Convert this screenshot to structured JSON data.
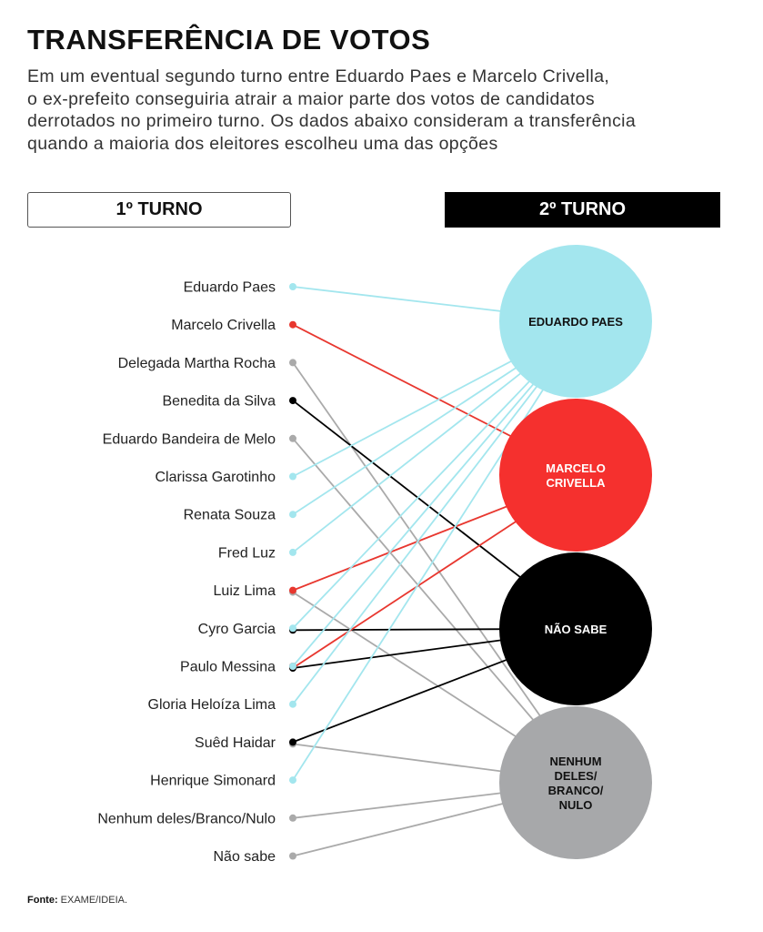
{
  "header": {
    "title": "TRANSFERÊNCIA DE VOTOS",
    "intro_lines": [
      "Em um eventual segundo turno entre Eduardo Paes e Marcelo Crivella,",
      "o ex-prefeito conseguiria atrair a maior parte dos votos de candidatos",
      "derrotados no primeiro turno. Os dados abaixo consideram a transferência",
      "quando a maioria dos eleitores escolheu uma das opções"
    ]
  },
  "columns": {
    "first_round": "1º TURNO",
    "second_round": "2º TURNO"
  },
  "colors": {
    "paes": "#a3e6ee",
    "crivella": "#f5302e",
    "nao_sabe": "#000000",
    "nenhum": "#a7a8aa"
  },
  "targets": [
    {
      "id": "paes",
      "label_lines": [
        "EDUARDO PAES"
      ],
      "color": "#a3e6ee",
      "text_color": "#111111"
    },
    {
      "id": "crivella",
      "label_lines": [
        "MARCELO",
        "CRIVELLA"
      ],
      "color": "#f5302e",
      "text_color": "#ffffff"
    },
    {
      "id": "nao_sabe",
      "label_lines": [
        "NÃO SABE"
      ],
      "color": "#000000",
      "text_color": "#ffffff"
    },
    {
      "id": "nenhum",
      "label_lines": [
        "NENHUM",
        "DELES/",
        "BRANCO/",
        "NULO"
      ],
      "color": "#a7a8aa",
      "text_color": "#111111"
    }
  ],
  "candidates": [
    {
      "name": "Eduardo Paes",
      "to": [
        "paes"
      ]
    },
    {
      "name": "Marcelo Crivella",
      "to": [
        "crivella"
      ]
    },
    {
      "name": "Delegada Martha Rocha",
      "to": [
        "nenhum"
      ]
    },
    {
      "name": "Benedita da Silva",
      "to": [
        "nao_sabe"
      ]
    },
    {
      "name": "Eduardo Bandeira de Melo",
      "to": [
        "nenhum"
      ]
    },
    {
      "name": "Clarissa Garotinho",
      "to": [
        "paes"
      ]
    },
    {
      "name": "Renata Souza",
      "to": [
        "paes"
      ]
    },
    {
      "name": "Fred Luz",
      "to": [
        "paes"
      ]
    },
    {
      "name": "Luiz Lima",
      "to": [
        "crivella",
        "nenhum"
      ]
    },
    {
      "name": "Cyro Garcia",
      "to": [
        "paes",
        "nao_sabe"
      ]
    },
    {
      "name": "Paulo Messina",
      "to": [
        "paes",
        "crivella",
        "nao_sabe"
      ]
    },
    {
      "name": "Gloria Heloíza Lima",
      "to": [
        "paes"
      ]
    },
    {
      "name": "Suêd Haidar",
      "to": [
        "nao_sabe",
        "nenhum"
      ]
    },
    {
      "name": "Henrique Simonard",
      "to": [
        "paes"
      ]
    },
    {
      "name": "Nenhum deles/Branco/Nulo",
      "to": [
        "nenhum"
      ]
    },
    {
      "name": "Não sabe",
      "to": [
        "nenhum"
      ]
    }
  ],
  "source": {
    "label": "Fonte:",
    "text": "EXAME/IDEIA."
  }
}
